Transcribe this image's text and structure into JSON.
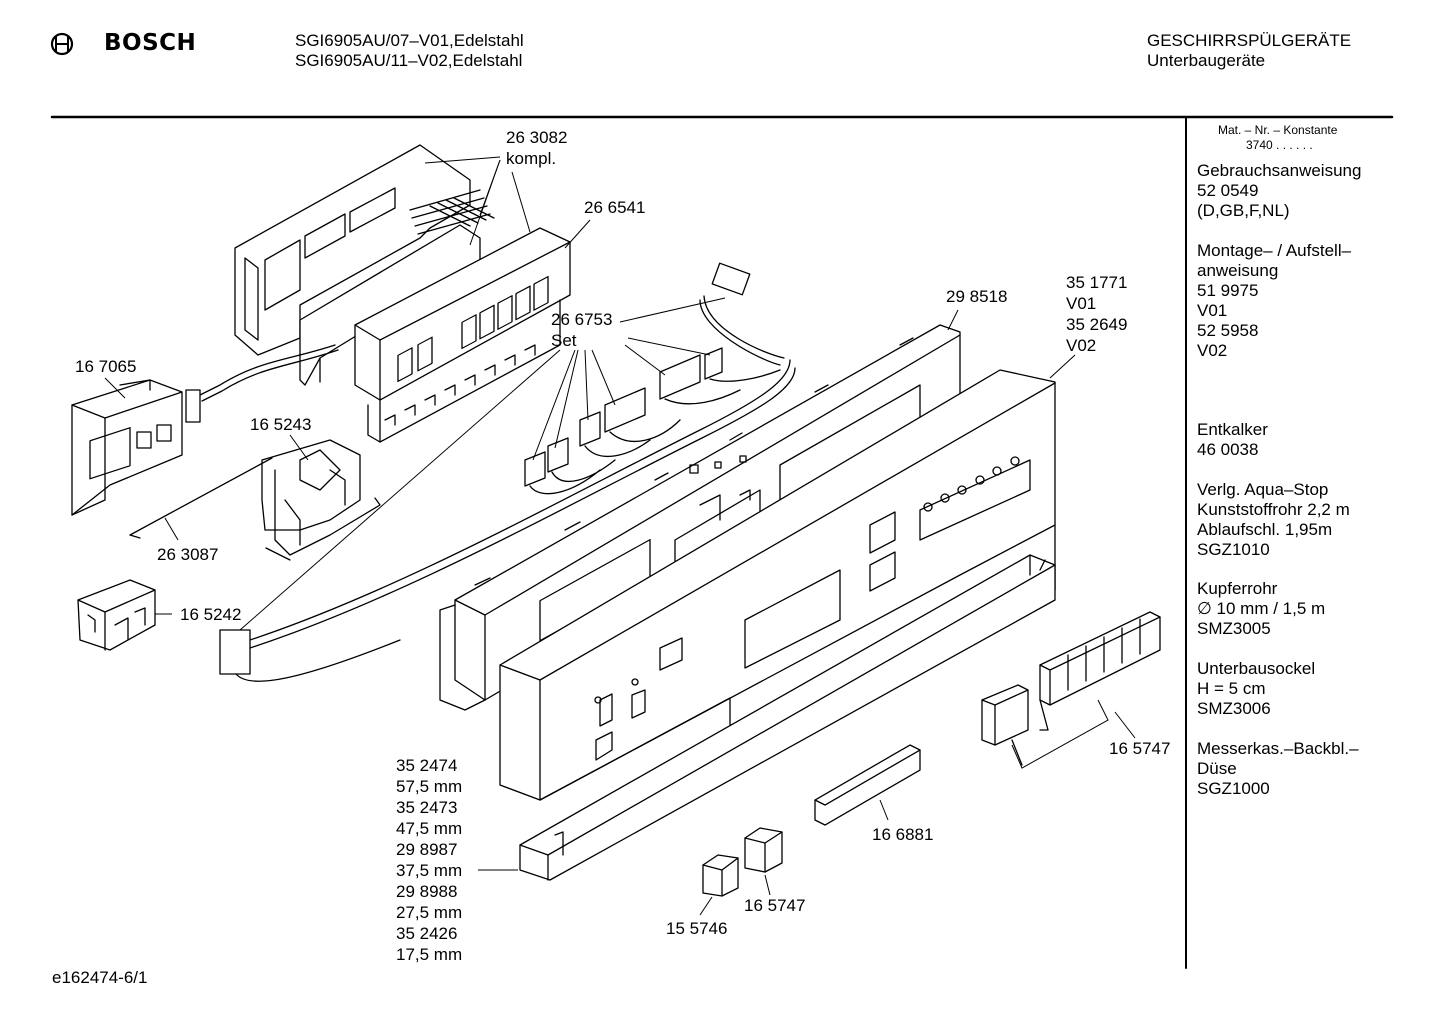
{
  "header": {
    "brand": "BOSCH",
    "models": [
      "SGI6905AU/07–V01,Edelstahl",
      "SGI6905AU/11–V02,Edelstahl"
    ],
    "category": [
      "GESCHIRRSPÜLGERÄTE",
      "Unterbaugeräte"
    ]
  },
  "sidebar": {
    "mat_line1": "Mat. – Nr. – Konstante",
    "mat_line2": "3740 .  .  .  .  .  .",
    "blocks": [
      [
        "Gebrauchsanweisung",
        "52 0549",
        "(D,GB,F,NL)"
      ],
      [
        "Montage– / Aufstell–",
        "anweisung",
        "51 9975",
        "V01",
        "52 5958",
        "V02"
      ],
      [
        "Entkalker",
        "46 0038"
      ],
      [
        "Verlg. Aqua–Stop",
        "Kunststoffrohr 2,2 m",
        "Ablaufschl. 1,95m",
        "SGZ1010"
      ],
      [
        "Kupferrohr",
        "∅ 10 mm / 1,5 m",
        "SMZ3005"
      ],
      [
        "Unterbausockel",
        "H = 5 cm",
        "SMZ3006"
      ],
      [
        "Messerkas.–Backbl.–",
        "Düse",
        "SGZ1000"
      ]
    ]
  },
  "labels": {
    "p263082": [
      "26 3082",
      "kompl."
    ],
    "p266541": "26 6541",
    "p266753": [
      "26 6753",
      "Set"
    ],
    "p298518": "29 8518",
    "p351771": [
      "35 1771",
      "V01",
      "35 2649",
      "V02"
    ],
    "p167065": "16 7065",
    "p165243": "16 5243",
    "p263087": "26 3087",
    "p165242": "16 5242",
    "p165747a": "16 5747",
    "p166881": "16 6881",
    "p165747b": "16 5747",
    "p155746": "15 5746",
    "sizes": [
      "35 2474",
      "57,5 mm",
      "35 2473",
      "47,5 mm",
      "29 8987",
      "37,5 mm",
      "29 8988",
      "27,5 mm",
      "35 2426",
      "17,5 mm"
    ]
  },
  "footer": {
    "doc_id": "e162474-6/1"
  }
}
